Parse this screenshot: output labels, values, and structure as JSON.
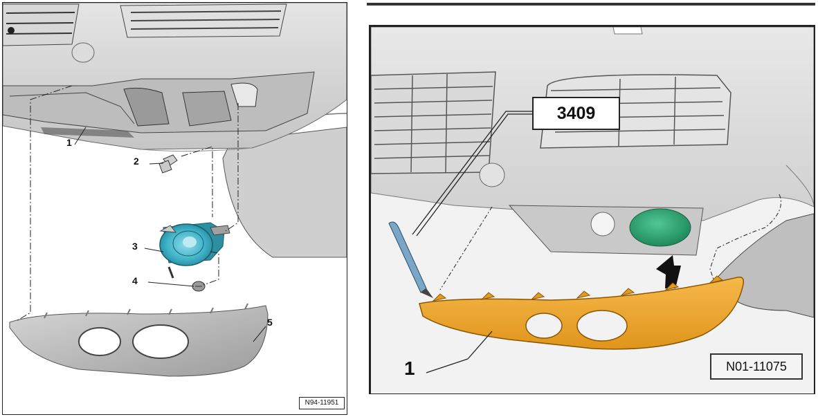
{
  "left_diagram": {
    "callouts": {
      "c1": "1",
      "c2": "2",
      "c3": "3",
      "c4": "4",
      "c5": "5"
    },
    "reference": "N94-11951"
  },
  "right_diagram": {
    "tool_label": "3409",
    "callout": "1",
    "reference": "N01-11075"
  },
  "colors": {
    "fog_lamp": "#3fb3c9",
    "bumper_trim": "#f0a526",
    "lamp_lens_green": "#2fa775",
    "bumper_gray": "#cfcfcf",
    "trim_gray": "#bfbfbf"
  }
}
